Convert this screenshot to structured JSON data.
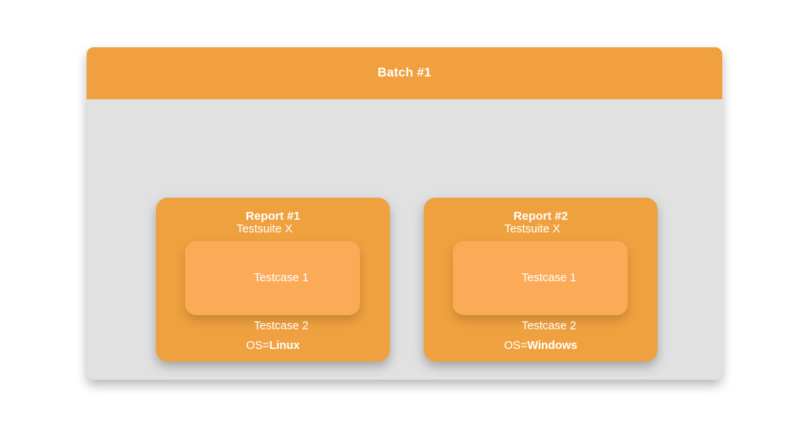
{
  "batch": {
    "title": "Batch #1",
    "header_color": "#f0a03f",
    "body_color": "#e1e1e1"
  },
  "reports": [
    {
      "title": "Report #1",
      "card_color": "#efa140",
      "testsuite_box_color": "#fbab58",
      "testsuite": "Testsuite X",
      "testcases": [
        "Testcase 1",
        "Testcase 2"
      ],
      "os_label": "OS=",
      "os_value": "Linux"
    },
    {
      "title": "Report #2",
      "card_color": "#efa140",
      "testsuite_box_color": "#fbab58",
      "testsuite": "Testsuite X",
      "testcases": [
        "Testcase 1",
        "Testcase 2"
      ],
      "os_label": "OS=",
      "os_value": "Windows"
    }
  ]
}
